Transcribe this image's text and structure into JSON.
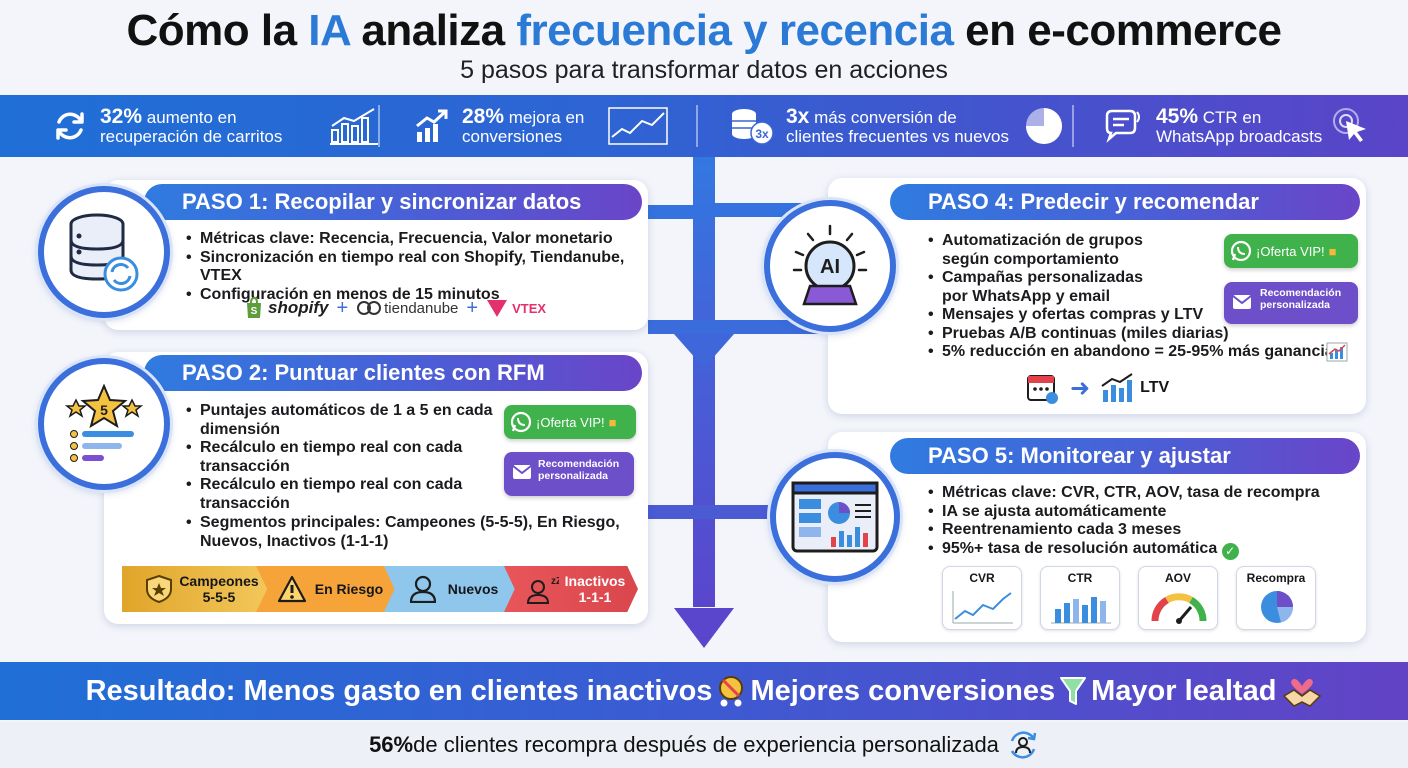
{
  "header": {
    "title_part1": "Cómo la ",
    "title_ia": "IA",
    "title_part2": " analiza ",
    "title_hl": "frecuencia y recencia",
    "title_part3": " en e-commerce",
    "subtitle": "5 pasos para transformar datos en acciones"
  },
  "stats": [
    {
      "value": "32%",
      "text_a": " aumento en",
      "text_b": "recuperación de carritos",
      "icon": "refresh-icon"
    },
    {
      "value": "28%",
      "text_a": " mejora en",
      "text_b": "conversiones",
      "icon": "trend-up-icon"
    },
    {
      "value": "3x",
      "text_a": " más conversión de",
      "text_b": "clientes frecuentes vs nuevos",
      "icon": "coins-icon"
    },
    {
      "value": "45%",
      "text_a": " CTR en",
      "text_b": "WhatsApp broadcasts",
      "icon": "chat-icon"
    }
  ],
  "step1": {
    "title": "PASO 1: Recopilar y sincronizar datos",
    "bullets": [
      "Métricas clave: Recencia, Frecuencia, Valor monetario",
      "Sincronización en tiempo real con Shopify, Tiendanube, VTEX",
      "Configuración en menos de 15 minutos"
    ],
    "logos": [
      "shopify",
      "tiendanube",
      "VTEX"
    ]
  },
  "step2": {
    "title": "PASO 2: Puntuar clientes con RFM",
    "icon_score": "5",
    "bullets": [
      "Puntajes automáticos de 1 a 5 en cada dimensión",
      "Recálculo en tiempo real con cada transacción",
      "Recálculo en tiempo real con cada transacción",
      "Segmentos principales: Campeones (5-5-5), En Riesgo, Nuevos, Inactivos (1-1-1)"
    ],
    "badge_offer": "¡Oferta VIP!",
    "badge_reco_a": "Recomendación",
    "badge_reco_b": "personalizada",
    "segments": [
      {
        "a": "Campeones",
        "b": "5-5-5",
        "color": "#e5b33a"
      },
      {
        "a": "En Riesgo",
        "b": "",
        "color": "#f5a53a"
      },
      {
        "a": "Nuevos",
        "b": "",
        "color": "#8cc3ea"
      },
      {
        "a": "Inactivos",
        "b": "1-1-1",
        "color": "#e8565a"
      }
    ]
  },
  "step4": {
    "title": "PASO 4: Predecir y recomendar",
    "icon_label": "AI",
    "bullets": [
      "Automatización de grupos según comportamiento",
      "Campañas personalizadas por WhatsApp y email",
      "Mensajes y ofertas compras y LTV",
      "Pruebas A/B continuas (miles diarias)",
      "5% reducción en abandono = 25-95% más ganancias"
    ],
    "badge_offer": "¡Oferta VIP!",
    "badge_reco_a": "Recomendación",
    "badge_reco_b": "personalizada",
    "ltv_label": "LTV"
  },
  "step5": {
    "title": "PASO 5: Monitorear y ajustar",
    "bullets": [
      "Métricas clave: CVR, CTR, AOV, tasa de recompra",
      "IA se ajusta automáticamente",
      "Reentrenamiento cada 3 meses",
      "95%+ tasa de resolución automática"
    ],
    "metrics": [
      "CVR",
      "CTR",
      "AOV",
      "Recompra"
    ]
  },
  "result": {
    "prefix": "Resultado: ",
    "a": "Menos gasto en clientes inactivos",
    "b": "Mejores conversiones",
    "c": "Mayor lealtad"
  },
  "footer": {
    "value": "56%",
    "text": " de clientes recompra después de experiencia personalizada"
  },
  "colors": {
    "blue": "#2a7ad6",
    "purple": "#6243c6",
    "green": "#3fb24b"
  }
}
